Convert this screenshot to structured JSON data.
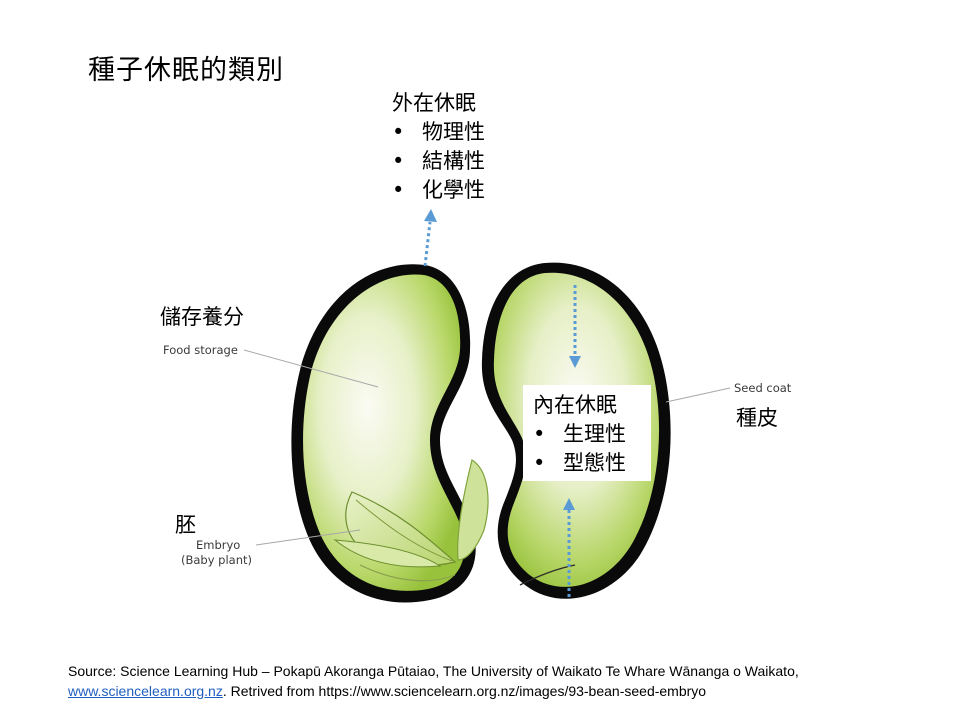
{
  "slide": {
    "title": "種子休眠的類別"
  },
  "exogenous": {
    "heading": "外在休眠",
    "items": [
      "物理性",
      "結構性",
      "化學性"
    ]
  },
  "endogenous": {
    "heading": "內在休眠",
    "items": [
      "生理性",
      "型態性"
    ]
  },
  "labels": {
    "food_storage_zh": "儲存養分",
    "food_storage_en": "Food storage",
    "seed_coat_en": "Seed coat",
    "seed_coat_zh": "種皮",
    "embryo_zh": "胚",
    "embryo_en_1": "Embryo",
    "embryo_en_2": "(Baby plant)"
  },
  "source": {
    "line1": "Source: Science Learning Hub – Pokapū Akoranga Pūtaiao, The University of Waikato Te Whare Wānanga o Waikato,",
    "link_text": "www.sciencelearn.org.nz",
    "line2_rest": ". Retrived from https://www.sciencelearn.org.nz/images/93-bean-seed-embryo"
  },
  "colors": {
    "arrow": "#5b9bd5",
    "seed_outline": "#000000",
    "seed_green": "#9cc63f",
    "link": "#1f5fbf"
  }
}
